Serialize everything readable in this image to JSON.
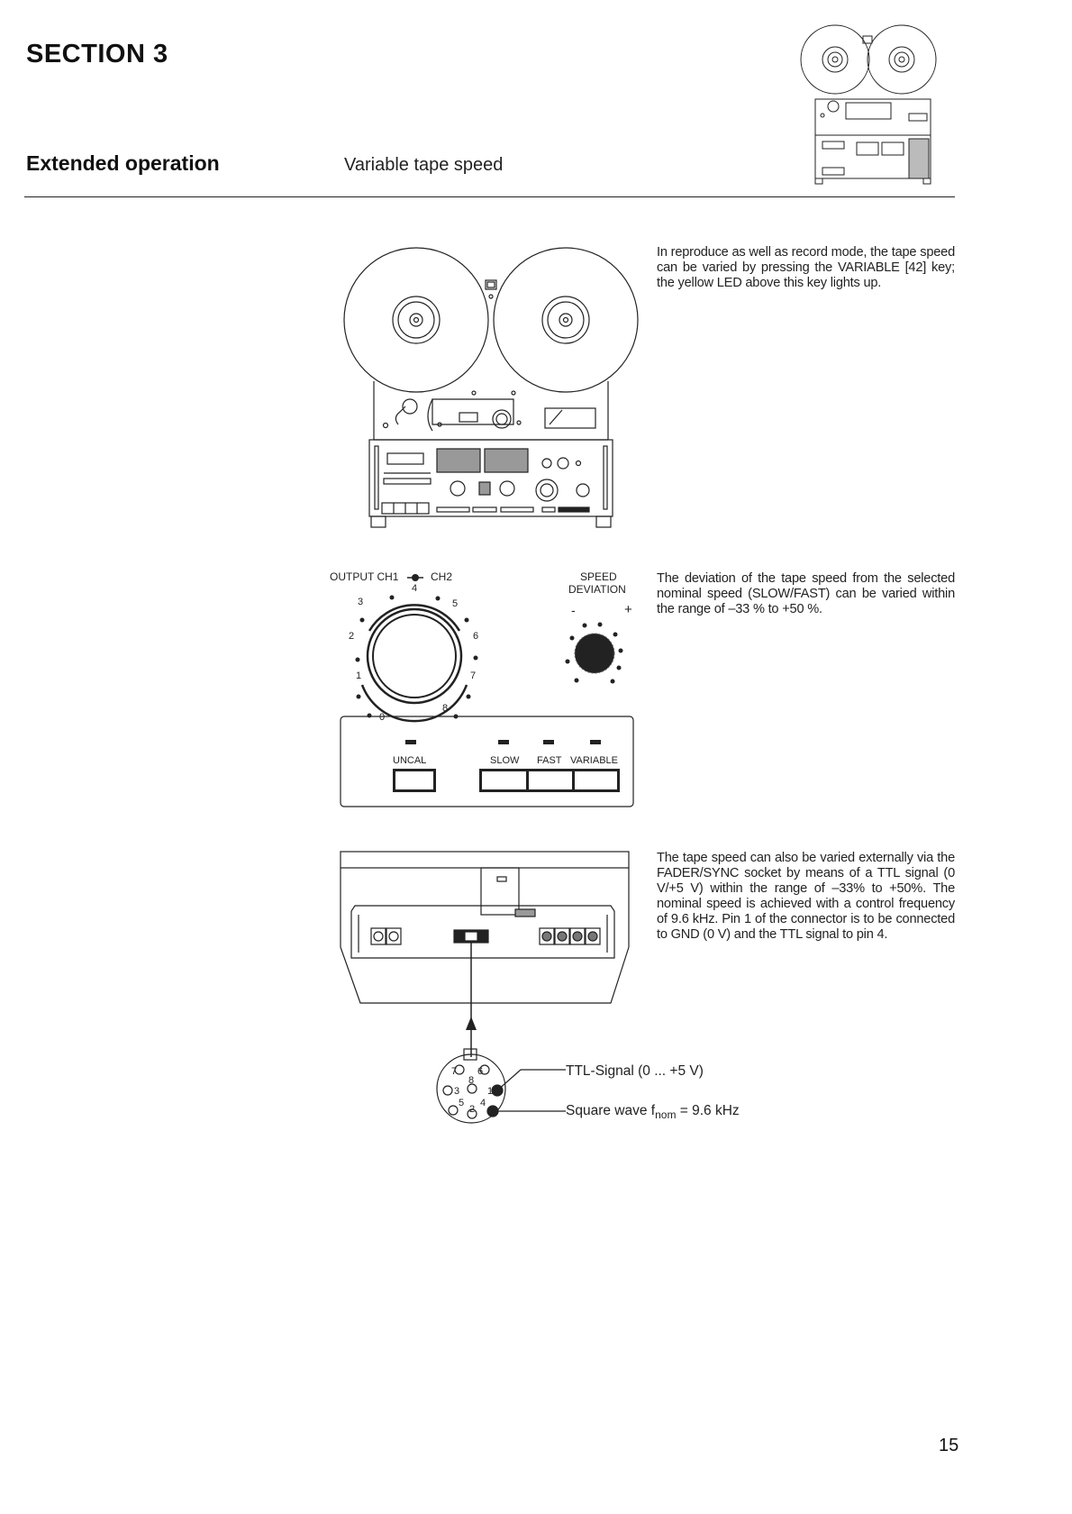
{
  "header": {
    "section": "SECTION 3",
    "title": "Extended operation",
    "subtitle": "Variable tape speed"
  },
  "paragraphs": [
    "In reproduce as well as record mode, the tape speed can be varied by pressing the VARIABLE [42] key; the yellow LED above this key lights up.",
    "The deviation of the tape speed from the selected nominal speed (SLOW/FAST) can be varied within the range of –33 % to +50 %.",
    "The tape speed can also be varied externally via the FADER/SYNC socket by means of a TTL signal (0 V/+5 V) within the range of –33% to +50%. The nominal speed is achieved with a control frequency of 9.6 kHz. Pin 1 of the connector is to be connected to GND (0 V) and the TTL signal to pin 4."
  ],
  "output_dial": {
    "label": "OUTPUT CH1",
    "label_ch2": "CH2",
    "scale": [
      "0",
      "1",
      "2",
      "3",
      "4",
      "5",
      "6",
      "7",
      "8"
    ]
  },
  "speed_deviation": {
    "label_line1": "SPEED",
    "label_line2": "DEVIATION",
    "minus": "-",
    "plus": "+"
  },
  "buttons": {
    "uncal": "UNCAL",
    "slow": "SLOW",
    "fast": "FAST",
    "variable": "VARIABLE"
  },
  "connector": {
    "pins": [
      "1",
      "2",
      "3",
      "4",
      "5",
      "6",
      "7",
      "8"
    ],
    "ttl_label": "TTL-Signal (0 ... +5 V)",
    "square_label_prefix": "Square wave f",
    "square_label_sub": "nom",
    "square_label_suffix": " = 9.6 kHz"
  },
  "page_number": "15"
}
